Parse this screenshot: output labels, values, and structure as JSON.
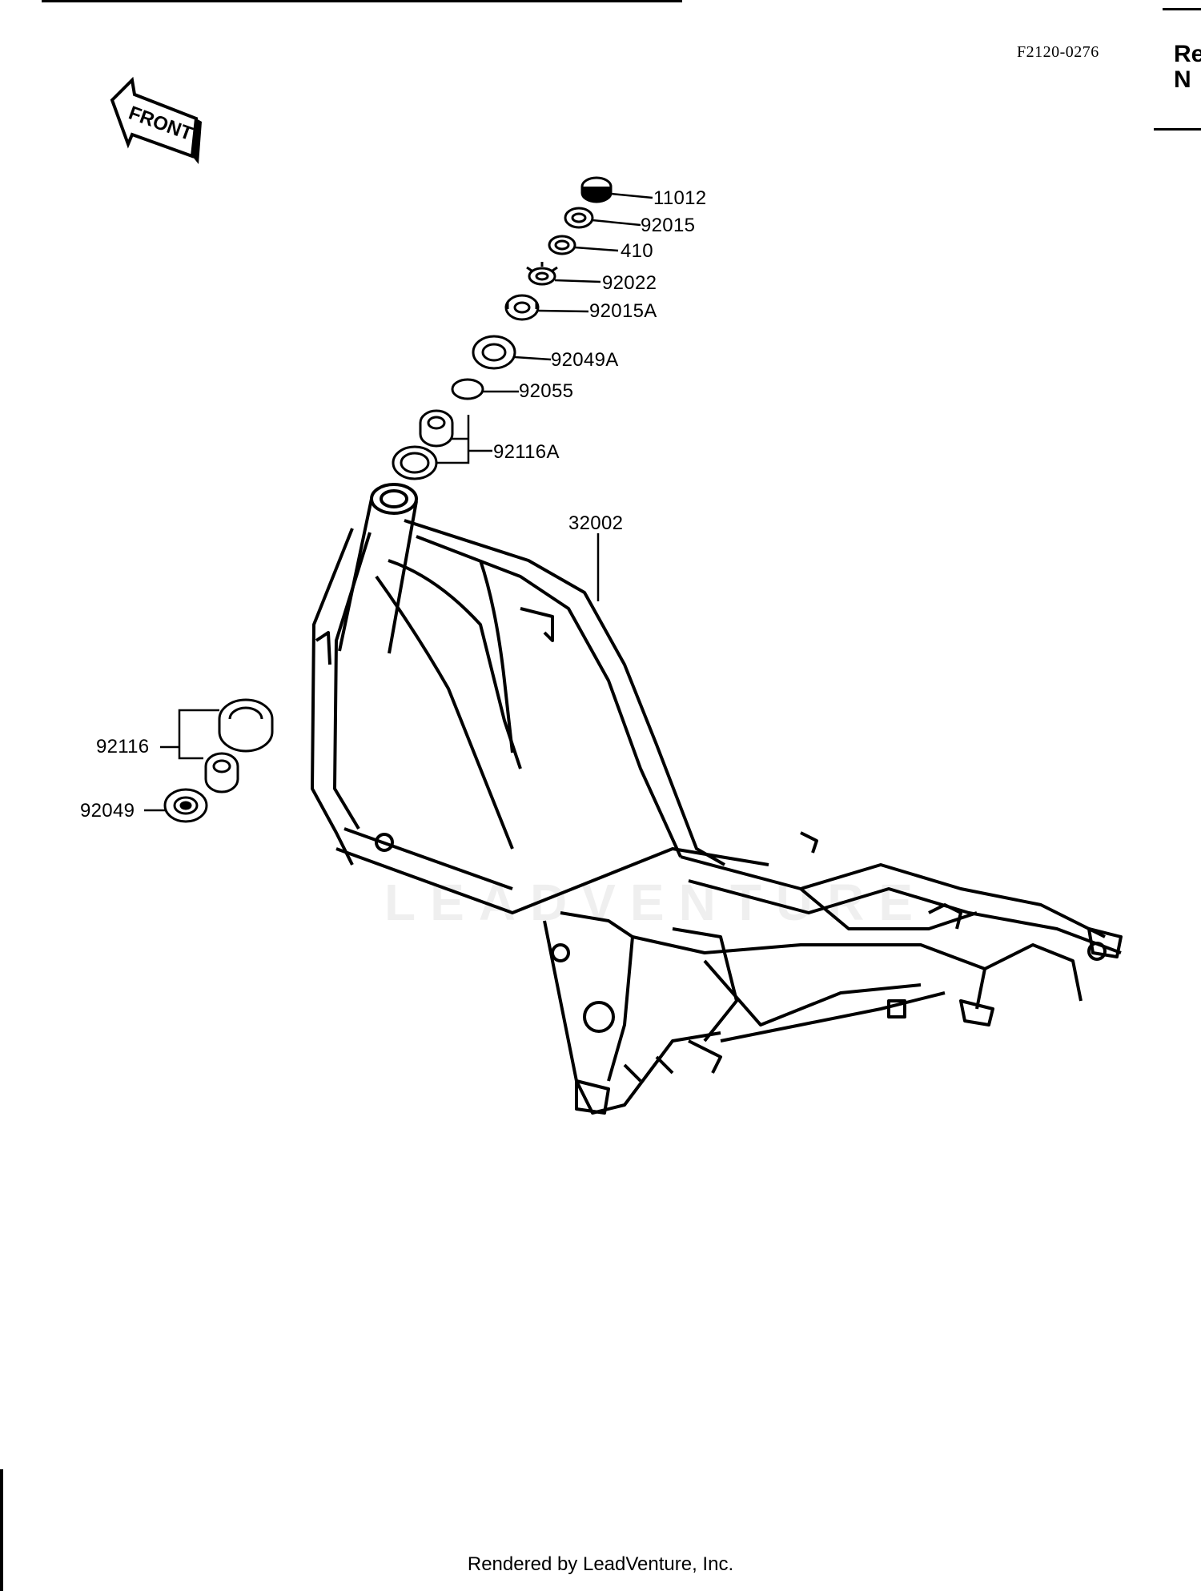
{
  "header": {
    "reference_code": "F2120-0276",
    "corner_text": "Re\nN"
  },
  "front_arrow": {
    "label": "FRONT"
  },
  "callouts": [
    {
      "id": "11012",
      "label": "11012"
    },
    {
      "id": "92015",
      "label": "92015"
    },
    {
      "id": "410",
      "label": "410"
    },
    {
      "id": "92022",
      "label": "92022"
    },
    {
      "id": "92015A",
      "label": "92015A"
    },
    {
      "id": "92049A",
      "label": "92049A"
    },
    {
      "id": "92055",
      "label": "92055"
    },
    {
      "id": "92116A",
      "label": "92116A"
    },
    {
      "id": "32002",
      "label": "32002"
    },
    {
      "id": "92116",
      "label": "92116"
    },
    {
      "id": "92049",
      "label": "92049"
    }
  ],
  "watermark": "LEADVENTURE",
  "footer": {
    "text": "Rendered by LeadVenture, Inc."
  }
}
